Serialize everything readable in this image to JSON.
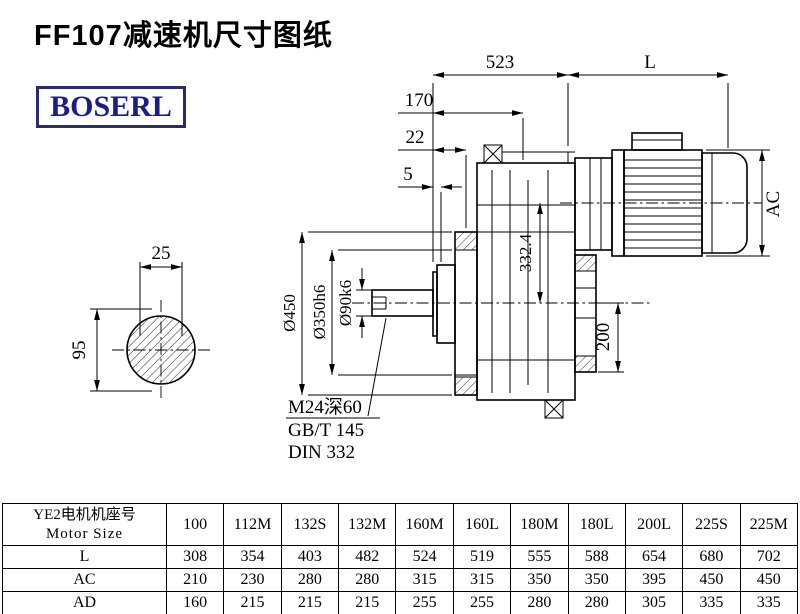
{
  "page": {
    "title": "FF107减速机尺寸图纸",
    "brand": "BOSERL",
    "brand_color": "#1c1c8a"
  },
  "drawing": {
    "dims": {
      "overall_523": "523",
      "motor_L": "L",
      "flange_170": "170",
      "step_22": "22",
      "step_5": "5",
      "motor_AC": "AC",
      "key_25": "25",
      "shaft_95": "95",
      "flange_od": "Ø450",
      "spigot_d": "Ø350h6",
      "shaft_d": "Ø90k6",
      "center_height": "332.4",
      "output_200": "200",
      "tap": "M24深60",
      "tap_std1": "GB/T 145",
      "tap_std2": "DIN 332"
    }
  },
  "table": {
    "row_header_cn": "YE2电机机座号",
    "row_header_en": "Motor Size",
    "columns": [
      "100",
      "112M",
      "132S",
      "132M",
      "160M",
      "160L",
      "180M",
      "180L",
      "200L",
      "225S",
      "225M"
    ],
    "rows": [
      {
        "label": "L",
        "values": [
          "308",
          "354",
          "403",
          "482",
          "524",
          "519",
          "555",
          "588",
          "654",
          "680",
          "702"
        ]
      },
      {
        "label": "AC",
        "values": [
          "210",
          "230",
          "280",
          "280",
          "315",
          "315",
          "350",
          "350",
          "395",
          "450",
          "450"
        ]
      },
      {
        "label": "AD",
        "values": [
          "160",
          "215",
          "215",
          "215",
          "255",
          "255",
          "280",
          "280",
          "305",
          "335",
          "335"
        ]
      }
    ]
  }
}
